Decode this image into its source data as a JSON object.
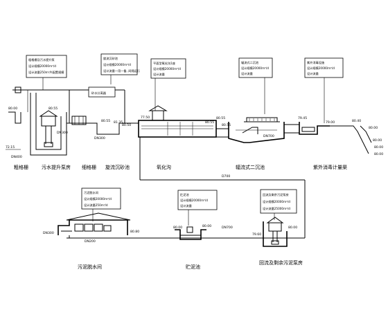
{
  "stations": {
    "grille_coarse": "粗格栅",
    "pump_station": "污水提升泵房",
    "grille_fine": "细格栅",
    "grit_chamber": "旋流沉砂池",
    "oxidation_ditch": "氧化沟",
    "clarifier": "辐流式二沉池",
    "uv_disinfection": "紫外消毒计量渠",
    "dewatering": "污泥脱水间",
    "sludge_tank": "贮泥池",
    "return_pump": "回流及剩余污泥泵房"
  },
  "tag_grit": "砂水分离器",
  "levels": {
    "l1": "80.00",
    "l2": "72.15",
    "l3": "DN400",
    "l4": "80.55",
    "l5": "DN300",
    "l6": "80.55",
    "l7": "81.35",
    "l8": "80.50",
    "l9": "DN300",
    "l10": "77.50",
    "l11": "80.55",
    "l12": "80.55",
    "l13": "DN700",
    "l14": "79.45",
    "l15": "79.00",
    "l16": "80.40",
    "l17": "80.00",
    "l18": "DN300",
    "l19": "79.60",
    "l20": "80.80",
    "l21": "80.00",
    "l22": "DN700",
    "l23": "D700",
    "l24": "80.00",
    "l25": "80.00",
    "l26": "DN200"
  },
  "notes": {
    "n_pump": [
      "粗格栅及污水提升泵",
      "设计规模20000m³/d",
      "设计流量250m³/h配置规模"
    ],
    "n_grit": [
      "旋流沉砂池",
      "设计规模20000m³/d",
      "设计流量一用一备, 间隔运行"
    ],
    "n_oxid": [
      "平面型氧化沟1座",
      "设计规模20000m³/d",
      "设计流量"
    ],
    "n_clar": [
      "辐流式二沉池",
      "设计规模20000m³/d",
      "设计流量"
    ],
    "n_uv": [
      "紫外消毒设施",
      "设计规模20000m³/d",
      "设计流量"
    ],
    "n_dew": [
      "污泥脱水间",
      "设计规模20000m³/d",
      "设计流量250m³/d"
    ],
    "n_sludge": [
      "贮泥池",
      "设计规模20000m³/d",
      "设计流量"
    ],
    "n_return": [
      "回流及剩余污泥泵房",
      "设计规模20000m³/d",
      "设计流量25000m³/d"
    ]
  }
}
